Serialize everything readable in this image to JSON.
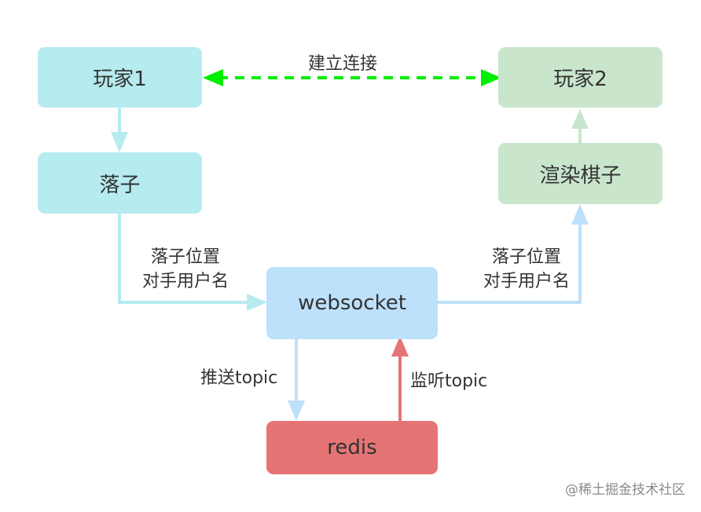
{
  "colors": {
    "player1": "#b6ebef",
    "player2": "#c9e6cd",
    "websocket": "#bde0fb",
    "redis": "#e67474",
    "connect": "#00ee00"
  },
  "nodes": {
    "player1": "玩家1",
    "player2": "玩家2",
    "place_piece": "落子",
    "render_piece": "渲染棋子",
    "websocket": "websocket",
    "redis": "redis"
  },
  "edges": {
    "connect": "建立连接",
    "place_to_ws": [
      "落子位置",
      "对手用户名"
    ],
    "ws_to_render": [
      "落子位置",
      "对手用户名"
    ],
    "ws_to_redis": "推送topic",
    "redis_to_ws": "监听topic"
  },
  "watermark": "@稀土掘金技术社区"
}
